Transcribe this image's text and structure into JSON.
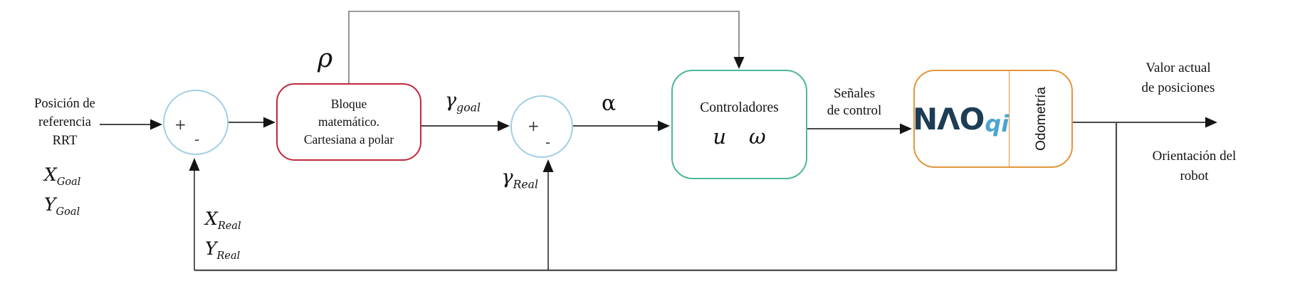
{
  "diagram": {
    "colors": {
      "line": "#2e2e2e",
      "loop_line": "#7a7a7a",
      "feedback_line": "#4d4d4d",
      "arrow": "#141414",
      "sum_circle": "#9fcfe6",
      "sum_sign": "#3c3c3c",
      "math_block_border": "#c0293a",
      "controller_border": "#4db69a",
      "nao_border": "#e6953a",
      "nao_logo_navy": "#1d3d56",
      "nao_logo_blue": "#4da4cf",
      "text": "#111111"
    },
    "reference": {
      "line1": "Posición de",
      "line2": "referencia",
      "line3": "RRT"
    },
    "goal_x": {
      "base": "X",
      "sub": "Goal"
    },
    "goal_y": {
      "base": "Y",
      "sub": "Goal"
    },
    "real_x": {
      "base": "X",
      "sub": "Real"
    },
    "real_y": {
      "base": "Y",
      "sub": "Real"
    },
    "sum1": {
      "plus": "+",
      "minus": "-"
    },
    "sum2": {
      "plus": "+",
      "minus": "-"
    },
    "rho": "ρ",
    "gamma_goal": {
      "base": "γ",
      "sub": "goal"
    },
    "gamma_real": {
      "base": "γ",
      "sub": "Real"
    },
    "alpha": "α",
    "math_block": {
      "line1": "Bloque",
      "line2": "matemático.",
      "line3": "Cartesiana a polar"
    },
    "controller": {
      "title": "Controladores",
      "u": "u",
      "omega": "ω"
    },
    "control_signals": {
      "line1": "Señales",
      "line2": "de control"
    },
    "nao": {
      "logo_main": "NΛO",
      "logo_suffix": "qi",
      "side_label": "Odometría"
    },
    "outputs": {
      "position": {
        "line1": "Valor actual",
        "line2": "de posiciones"
      },
      "orientation": {
        "line1": "Orientación del",
        "line2": "robot"
      }
    }
  }
}
